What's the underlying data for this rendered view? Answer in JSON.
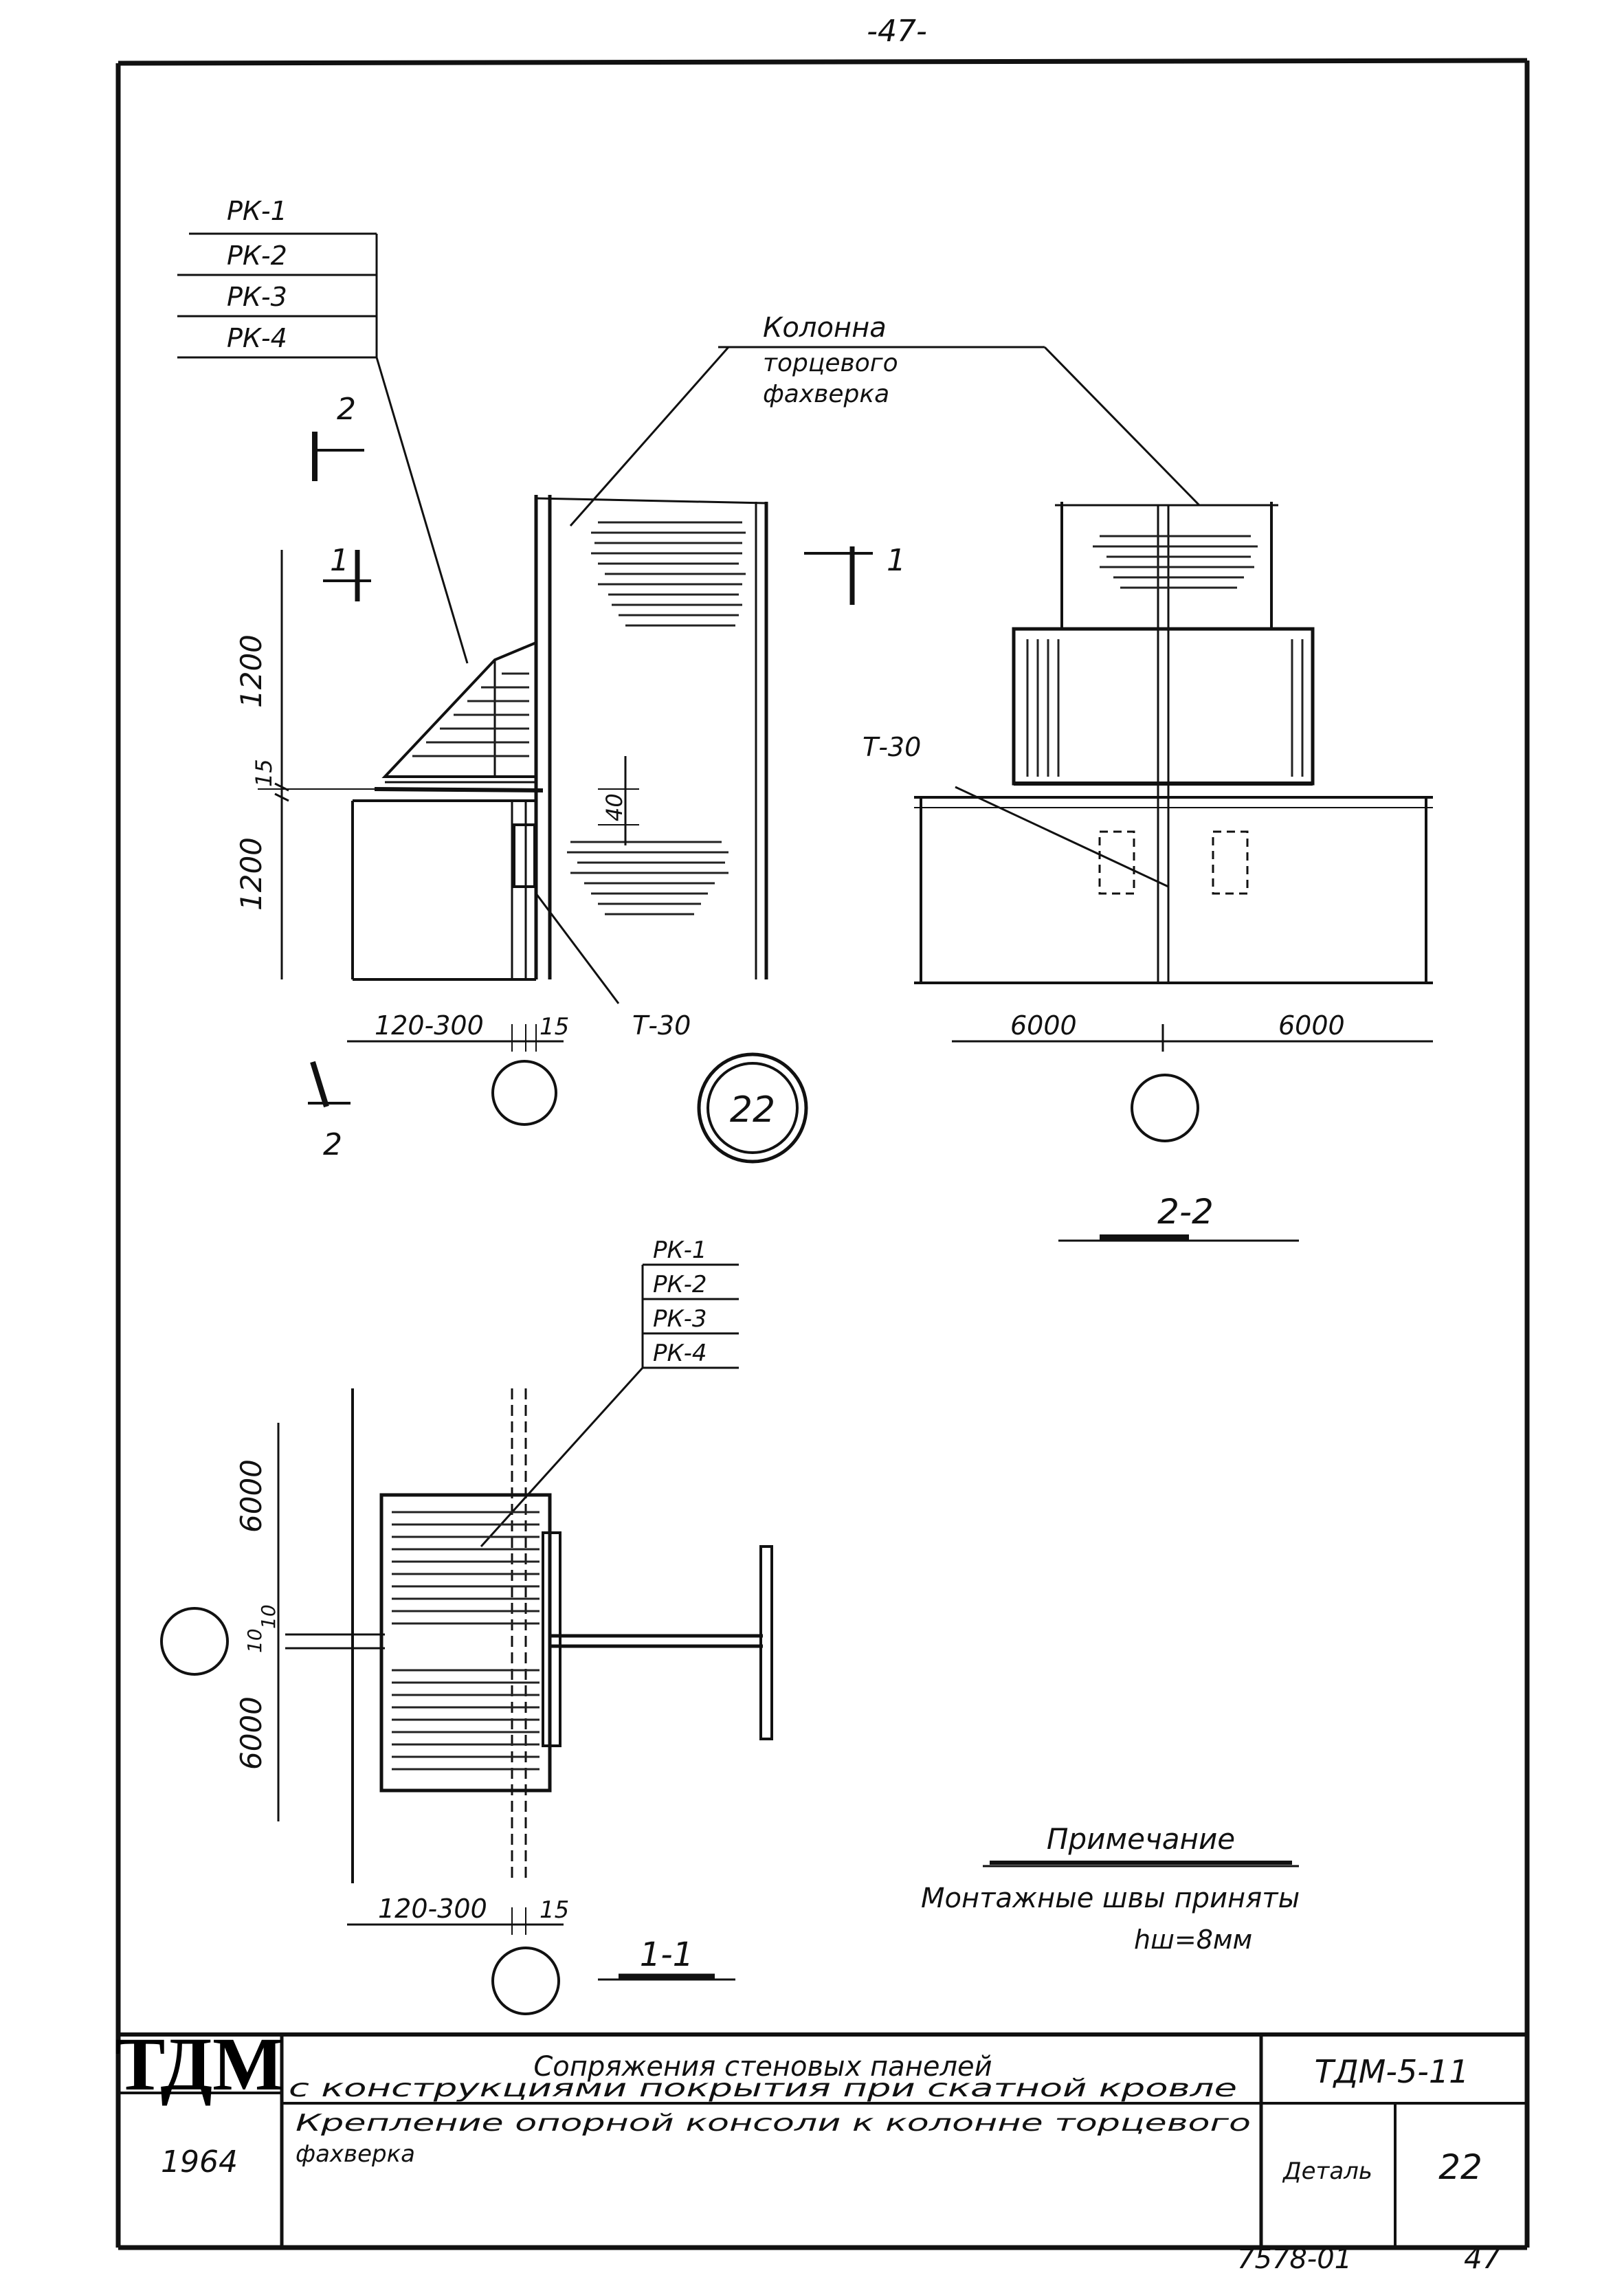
{
  "sheet": {
    "page_number": "-47-",
    "drawing_code": "7578-01",
    "sheet_number": "47"
  },
  "labels": {
    "rk": [
      "РК-1",
      "РК-2",
      "РК-3",
      "РК-4"
    ],
    "column_title_lines": [
      "Колонна",
      "торцевого",
      "фахверка"
    ],
    "t30": "Т-30",
    "section_1": "1",
    "section_2": "2",
    "detail_number": "22",
    "section_22_title": "2-2",
    "section_11_title": "1-1"
  },
  "dimensions": {
    "d1200_top": "1200",
    "d15_left": "15",
    "d1200_bot": "1200",
    "d40": "40",
    "d120_300_top": "120-300",
    "d15_top": "15",
    "d6000_left": "6000",
    "d6000_right": "6000",
    "d6000_v1": "6000",
    "d6000_v2": "6000",
    "d10a": "10",
    "d10b": "10",
    "d120_300_bot": "120-300",
    "d15_bot": "15"
  },
  "note": {
    "title": "Примечание",
    "line1": "Монтажные швы приняты",
    "line2": "hш=8мм"
  },
  "title_block": {
    "logo": "ТДМ",
    "year": "1964",
    "title_line1": "Сопряжения стеновых панелей",
    "title_line2": "с конструкциями покрытия при скатной кровле",
    "subtitle_line1": "Крепление опорной консоли к колонне торцевого",
    "subtitle_line2": "фахверка",
    "series": "ТДМ-5-11",
    "detail_label": "Деталь",
    "detail_value": "22"
  }
}
